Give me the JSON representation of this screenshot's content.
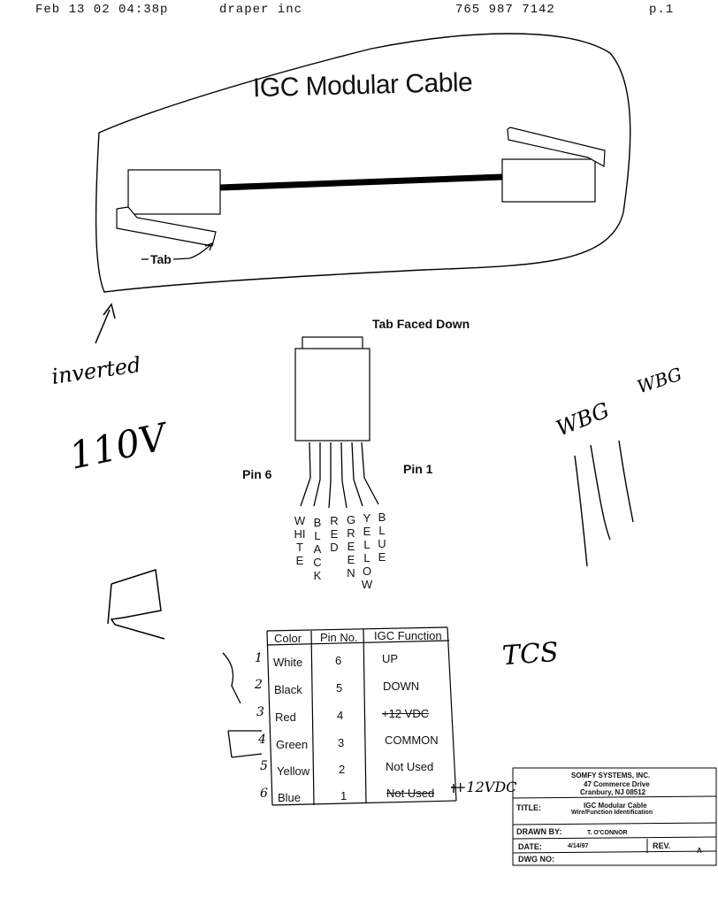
{
  "fax_header": {
    "timestamp": "Feb 13 02 04:38p",
    "sender": "draper inc",
    "phone": "765 987 7142",
    "page": "p.1"
  },
  "diagram": {
    "title": "IGC Modular Cable",
    "tab_label": "Tab",
    "tab_faced_down": "Tab Faced Down",
    "pin6_label": "Pin 6",
    "pin1_label": "Pin 1",
    "wire_colors": [
      "WHITE",
      "BLACK",
      "RED",
      "GREEN",
      "YELLOW",
      "BLUE"
    ]
  },
  "handwritten": {
    "inverted": "inverted",
    "voltage": "110V",
    "wbg_1": "WBG",
    "wbg_2": "WBG",
    "tcs": "TCS",
    "plus12vdc": "+12VDC",
    "row_numbers": [
      "1",
      "2",
      "3",
      "4",
      "5",
      "6"
    ]
  },
  "pin_table": {
    "headers": [
      "Color",
      "Pin No.",
      "IGC Function"
    ],
    "rows": [
      {
        "color": "White",
        "pin": "6",
        "function": "UP",
        "struck": false
      },
      {
        "color": "Black",
        "pin": "5",
        "function": "DOWN",
        "struck": false
      },
      {
        "color": "Red",
        "pin": "4",
        "function": "+12 VDC",
        "struck": true
      },
      {
        "color": "Green",
        "pin": "3",
        "function": "COMMON",
        "struck": false
      },
      {
        "color": "Yellow",
        "pin": "2",
        "function": "Not Used",
        "struck": false
      },
      {
        "color": "Blue",
        "pin": "1",
        "function": "Not Used",
        "struck": true
      }
    ]
  },
  "title_block": {
    "company": "SOMFY SYSTEMS, INC.",
    "address1": "47 Commerce Drive",
    "address2": "Cranbury, NJ 08512",
    "title_label": "TITLE:",
    "title_line1": "IGC Modular Cable",
    "title_line2": "Wire/Function Identification",
    "drawn_by_label": "DRAWN BY:",
    "drawn_by": "T. O'CONNOR",
    "date_label": "DATE:",
    "date": "4/14/97",
    "rev_label": "REV.",
    "rev": "A",
    "dwg_label": "DWG NO:"
  }
}
